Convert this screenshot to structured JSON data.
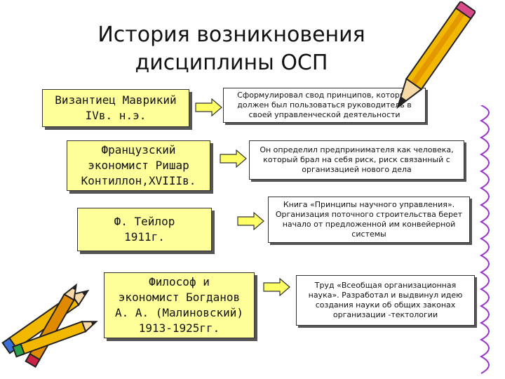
{
  "title": {
    "line1": "История возникновения",
    "line2": "дисциплины ОСП"
  },
  "rows": [
    {
      "left": [
        "Византиец Маврикий",
        "IVв. н.э."
      ],
      "right": "Сформулировал свод принципов, которым должен был пользоваться руководитель в своей управленческой деятельности"
    },
    {
      "left": [
        "Французский",
        "экономист Ришар",
        "Контиллон,XVIIIв."
      ],
      "right": "Он определил предпринимателя как человека, который брал на себя риск, риск связанный с организацией нового дела"
    },
    {
      "left": [
        "Ф. Тейлор",
        "1911г."
      ],
      "right": "Книга «Принципы научного управления». Организация поточного строительства берет начало от предложенной им конвейерной системы"
    },
    {
      "left": [
        "Философ и",
        "экономист Богданов",
        "А. А. (Малиновский)",
        "1913-1925гг."
      ],
      "right": "Труд «Всеобщая организационная наука». Разработал и выдвинул идею создания науки об общих законах организации -тектологии"
    }
  ],
  "colors": {
    "box_fill": "#ffff99",
    "arrow_fill": "#ffff66",
    "pencil_body": "#f2b800",
    "pencil_stripe": "#d98200"
  },
  "icons": {
    "pencil_top": "pencil-icon",
    "pencils_bottom": "pencils-icon",
    "margin": "spiral-margin-icon"
  }
}
